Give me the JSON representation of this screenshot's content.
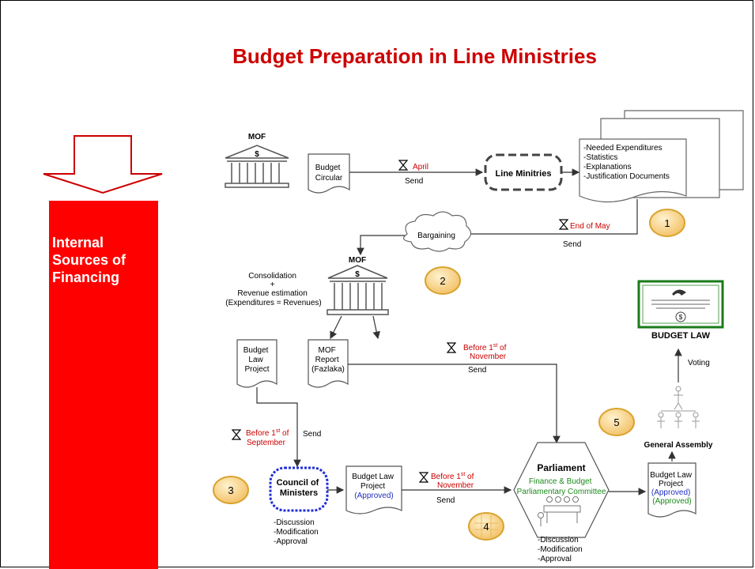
{
  "title": "Budget Preparation in Line Ministries",
  "sidebar": {
    "lines": [
      "Internal",
      "Sources of",
      "Financing"
    ]
  },
  "labels": {
    "mof_top": "MOF",
    "mof_mid": "MOF",
    "dollar": "$",
    "budget_circular": [
      "Budget",
      "Circular"
    ],
    "april": "April",
    "send": "Send",
    "line_ministries": "Line Minitries",
    "needs_list": [
      "-Needed Expenditures",
      "-Statistics",
      "-Explanations",
      "-Justification Documents"
    ],
    "end_of_may": "End of May",
    "bargaining": "Bargaining",
    "consolidation": [
      "Consolidation",
      "+",
      "Revenue estimation",
      "(Expenditures = Revenues)"
    ],
    "budget_law_project": [
      "Budget",
      "Law",
      "Project"
    ],
    "mof_report": [
      "MOF",
      "Report",
      "(Fazlaka)"
    ],
    "before_nov": [
      "Before 1",
      "st",
      " of",
      "November"
    ],
    "before_sep": [
      "Before 1",
      "st",
      " of",
      "September"
    ],
    "council": [
      "Council of",
      "Ministers"
    ],
    "council_steps": [
      "-Discussion",
      "-Modification",
      "-Approval"
    ],
    "blp_approved": [
      "Budget Law",
      "Project",
      "(Approved)"
    ],
    "parliament": "Parliament",
    "committee": [
      "Finance & Budget",
      "Parliamentary Committee"
    ],
    "parliament_steps": [
      "-Discussion",
      "-Modification",
      "-Approval"
    ],
    "blp_approved2": [
      "Budget Law",
      "Project",
      "(Approved)",
      "(Approved)"
    ],
    "general_assembly": "General Assembly",
    "voting": "Voting",
    "budget_law": "BUDGET LAW",
    "steps": [
      "1",
      "2",
      "3",
      "4",
      "5"
    ]
  },
  "colors": {
    "title": "#cc0000",
    "sidebar": "#ff0000",
    "highlight_red": "#cc0000",
    "approved_blue": "#1f2fbf",
    "approved_green": "#1c8a1c",
    "step_fill": "#f6d08a",
    "step_stroke": "#d9a32e",
    "council_border": "#1f2fd6",
    "law_border": "#1a7a1a"
  }
}
